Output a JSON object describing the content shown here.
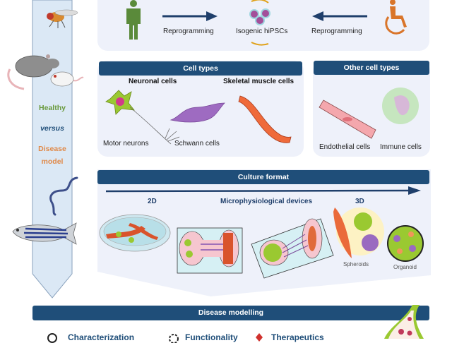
{
  "sidebar": {
    "labels": {
      "healthy": "Healthy",
      "versus": "versus",
      "disease": "Disease",
      "model": "model"
    },
    "organisms": [
      "fruit-fly",
      "rat",
      "mouse",
      "worm",
      "zebrafish"
    ],
    "colors": {
      "healthy": "#6a9a3e",
      "versus": "#1f4e79",
      "disease": "#e08a4a",
      "bar": "#dbe8f5"
    }
  },
  "reprogramming": {
    "left_label": "Reprogramming",
    "center_label": "Isogenic hiPSCs",
    "right_label": "Reprogramming",
    "healthy_person_color": "#5a8a3a",
    "patient_color": "#d9752a"
  },
  "cell_types": {
    "title": "Cell types",
    "neuronal_heading": "Neuronal cells",
    "muscle_heading": "Skeletal muscle cells",
    "motor_neurons": "Motor neurons",
    "schwann_cells": "Schwann cells"
  },
  "other_cell_types": {
    "title": "Other cell types",
    "endothelial": "Endothelial cells",
    "immune": "Immune cells"
  },
  "culture_format": {
    "title": "Culture format",
    "label_2d": "2D",
    "label_mps": "Microphysiological devices",
    "label_3d": "3D",
    "spheroids": "Spheroids",
    "organoid": "Organoid"
  },
  "disease_modelling": {
    "title": "Disease modelling",
    "items": [
      "Characterization",
      "Functionality",
      "Therapeutics"
    ]
  },
  "colors": {
    "header": "#1f4e79",
    "panel": "#eef1fa"
  }
}
